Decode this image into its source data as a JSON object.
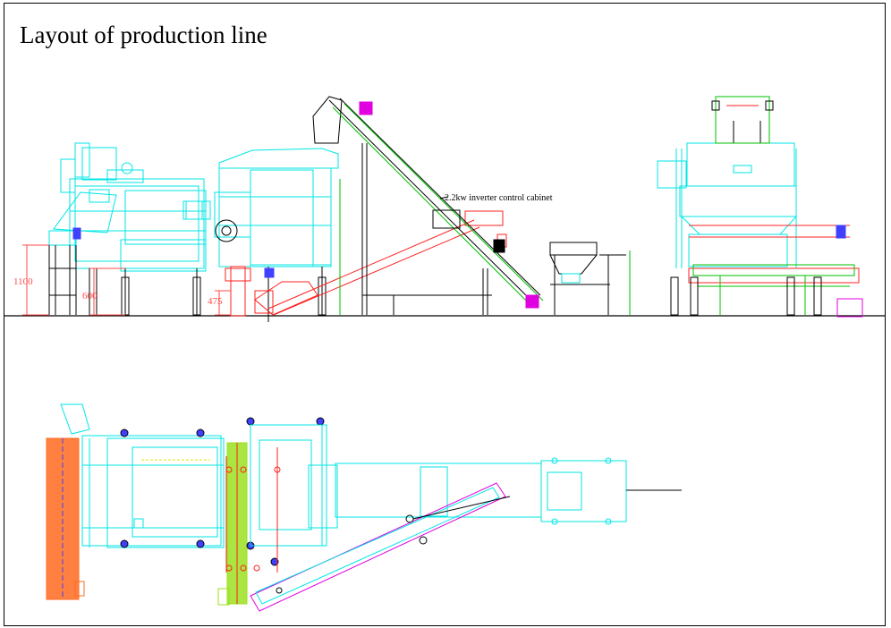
{
  "title": "Layout of production line",
  "annotations": {
    "cabinet_label": "2.2kw inverter control cabinet",
    "height_1100": "1100",
    "height_600": "600",
    "height_475": "475"
  },
  "colors": {
    "machine": "#00e6e6",
    "conveyor": "#00c000",
    "outline": "#000000",
    "red": "#ff2020",
    "magenta": "#e000e0",
    "orange": "#ff6a20",
    "lime": "#9be020",
    "blue": "#4040ff",
    "dimension": "#ff4a4a",
    "yellow": "#e6e600"
  }
}
